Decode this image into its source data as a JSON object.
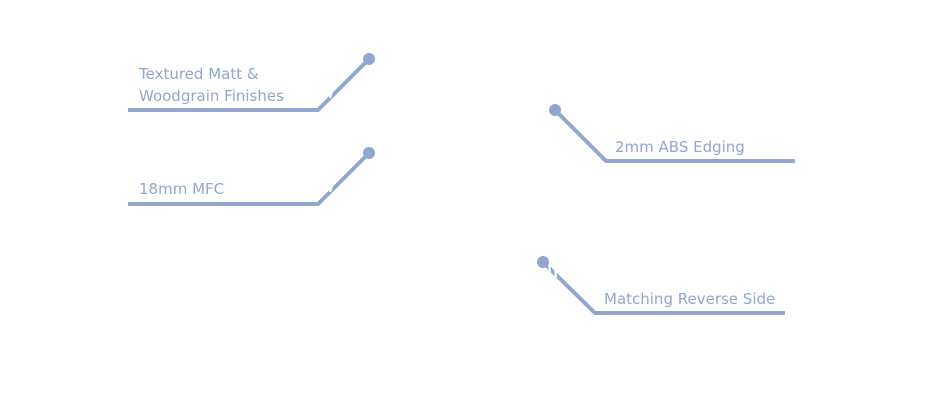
{
  "colors": {
    "line": "#93a6d0",
    "text": "#93a6d0",
    "background": "#ffffff"
  },
  "callouts": [
    {
      "id": "finishes",
      "lines": [
        "Textured Matt &",
        "Woodgrain Finishes"
      ]
    },
    {
      "id": "mfc",
      "lines": [
        "18mm MFC"
      ]
    },
    {
      "id": "edging",
      "lines": [
        "2mm ABS Edging"
      ]
    },
    {
      "id": "reverse",
      "lines": [
        "Matching Reverse Side"
      ]
    }
  ]
}
